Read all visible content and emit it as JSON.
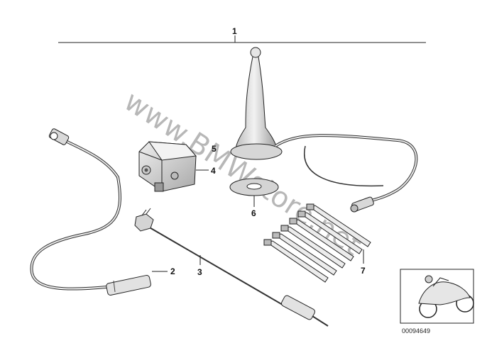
{
  "parts_diagram": {
    "assembly_label": "1",
    "part_labels": {
      "p2": "2",
      "p3": "3",
      "p4": "4",
      "p5": "5",
      "p6": "6",
      "p7": "7"
    },
    "watermark": "www.BMWstore.net",
    "drawing_code": "00094649"
  }
}
